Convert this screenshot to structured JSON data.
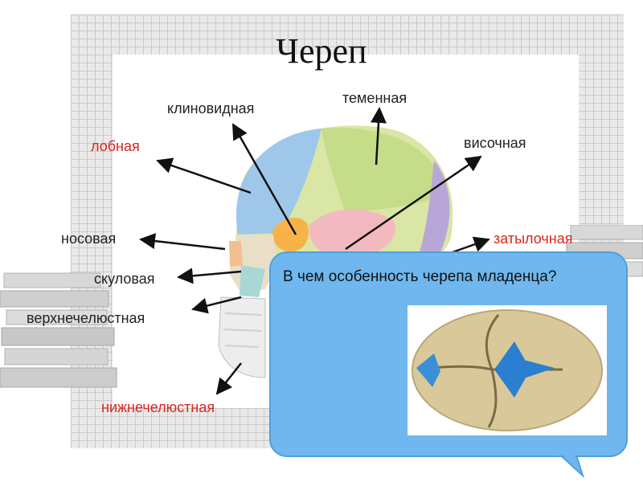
{
  "slide": {
    "title": "Череп",
    "labels": {
      "frontal": "лобная",
      "sphenoid": "клиновидная",
      "parietal": "теменная",
      "temporal": "височная",
      "nasal": "носовая",
      "occipital": "затылочная",
      "zygomatic": "скуловая",
      "maxilla": "верхнечелюстная",
      "mandible": "нижнечелюстная"
    },
    "question": "В чем особенность черепа младенца?",
    "colors": {
      "title": "#111111",
      "label": "#222222",
      "label_red": "#d9261c",
      "bubble": "#6fb7ee"
    }
  }
}
